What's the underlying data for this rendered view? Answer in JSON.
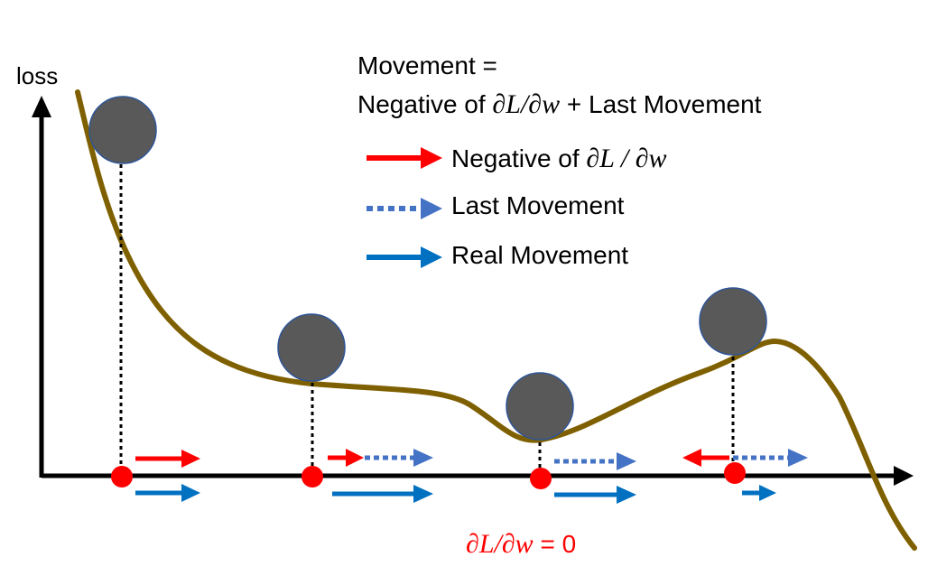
{
  "axis": {
    "y_label": "loss"
  },
  "formula": {
    "line1": "Movement =",
    "line2_prefix": "Negative of ",
    "line2_math": "∂L/∂w",
    "line2_suffix": " + Last Movement"
  },
  "legend": {
    "items": [
      {
        "prefix": "Negative of ",
        "math": "∂L / ∂w",
        "color": "#ff0000",
        "style": "solid",
        "text_color": "#000000"
      },
      {
        "prefix": "Last Movement",
        "math": "",
        "color": "#4472c4",
        "style": "dotted",
        "text_color": "#000000"
      },
      {
        "prefix": "Real Movement",
        "math": "",
        "color": "#0070c0",
        "style": "solid",
        "text_color": "#000000"
      }
    ]
  },
  "annotation": {
    "math": "∂L/∂w",
    "suffix": " = 0",
    "color": "#ff0000"
  },
  "colors": {
    "curve": "#7f6000",
    "ball": "#595959",
    "ball_stroke": "#2f5597",
    "point": "#ff0000",
    "gradient": "#ff0000",
    "last_movement": "#4472c4",
    "real_movement": "#0070c0",
    "axis": "#000000"
  }
}
